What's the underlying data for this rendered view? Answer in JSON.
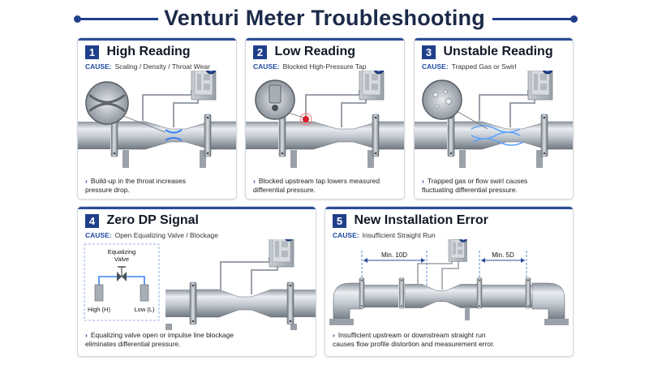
{
  "header": {
    "title": "Venturi Meter Troubleshooting"
  },
  "panels": [
    {
      "number": "1",
      "title": "High Reading",
      "cause_label": "CAUSE:",
      "cause": "Scaling / Density / Throat Wear",
      "desc1": "Build-up in the throat increases",
      "desc2": "pressure drop."
    },
    {
      "number": "2",
      "title": "Low Reading",
      "cause_label": "CAUSE:",
      "cause": "Blocked High-Pressure Tap",
      "desc1": "Blocked upstream tap lowers measured",
      "desc2": "differential pressure."
    },
    {
      "number": "3",
      "title": "Unstable Reading",
      "cause_label": "CAUSE:",
      "cause": "Trapped Gas or Swirl",
      "desc1": "Trapped gas or flow swirl causes",
      "desc2": "fluctuating differential pressure."
    },
    {
      "number": "4",
      "title": "Zero DP Signal",
      "cause_label": "CAUSE:",
      "cause": "Open Equalizing Valve / Blockage",
      "desc1": "Equalizing valve open or impulse line blockage",
      "desc2": "eliminates differential pressure.",
      "diagram": {
        "valve_label_1": "Equalizing",
        "valve_label_2": "Valve",
        "high_label": "High (H)",
        "low_label": "Low (L)"
      }
    },
    {
      "number": "5",
      "title": "New Installation Error",
      "cause_label": "CAUSE:",
      "cause": "Insufficient Straight Run",
      "desc1": "Insufficient upstream or downstream straight run",
      "desc2": "causes flow profile distortion and measurement error.",
      "upstream_label": "Min. 10D",
      "downstream_label": "Min. 5D"
    }
  ],
  "colors": {
    "brand": "#1f3f8a",
    "pipe": "#b9c0c8",
    "flow": "#3b82f6",
    "alert": "#e11d2a"
  }
}
